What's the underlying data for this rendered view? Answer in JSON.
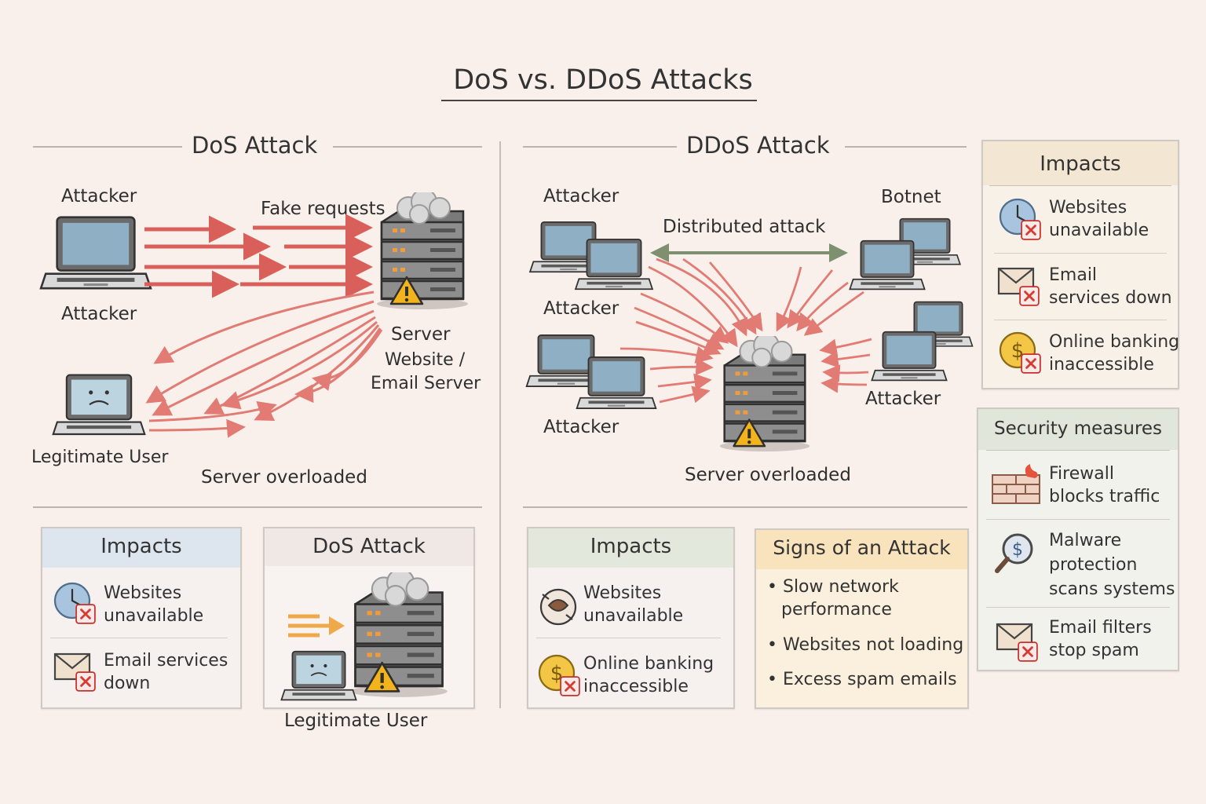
{
  "title": "DoS vs. DDoS Attacks",
  "dos": {
    "section_title": "DoS Attack",
    "attacker_top": "Attacker",
    "attacker_bottom": "Attacker",
    "fake_requests": "Fake requests",
    "server_label": "Server",
    "server_sub1": "Website /",
    "server_sub2": "Email Server",
    "legit_user": "Legitimate User",
    "overloaded": "Server overloaded",
    "impacts": {
      "title": "Impacts",
      "items": [
        {
          "line1": "Websites",
          "line2": "unavailable",
          "icon": "clock-x-icon"
        },
        {
          "line1": "Email services",
          "line2": "down",
          "icon": "envelope-x-icon"
        }
      ]
    },
    "mini": {
      "title": "DoS Attack",
      "legit_user": "Legitimate User"
    }
  },
  "ddos": {
    "section_title": "DDoS Attack",
    "attacker_tl": "Attacker",
    "attacker_ml": "Attacker",
    "attacker_bl": "Attacker",
    "botnet": "Botnet",
    "attacker_r": "Attacker",
    "distributed": "Distributed attack",
    "overloaded": "Server overloaded",
    "impacts": {
      "title": "Impacts",
      "items": [
        {
          "line1": "Websites",
          "line2": "unavailable",
          "icon": "broken-globe-icon"
        },
        {
          "line1": "Online banking",
          "line2": "inaccessible",
          "icon": "coin-x-icon"
        }
      ]
    },
    "signs": {
      "title": "Signs of an Attack",
      "bullets": [
        {
          "line1": "Slow network",
          "line2": "performance"
        },
        {
          "line1": "Websites not loading",
          "line2": ""
        },
        {
          "line1": "Excess spam emails",
          "line2": ""
        }
      ]
    }
  },
  "side_impacts": {
    "title": "Impacts",
    "items": [
      {
        "line1": "Websites",
        "line2": "unavailable",
        "icon": "clock-x-icon"
      },
      {
        "line1": "Email",
        "line2": "services down",
        "icon": "envelope-x-icon"
      },
      {
        "line1": "Online banking",
        "line2": "inaccessible",
        "icon": "coin-x-icon"
      }
    ]
  },
  "security": {
    "title": "Security measures",
    "items": [
      {
        "line1": "Firewall",
        "line2": "blocks traffic",
        "line3": "",
        "icon": "firewall-icon"
      },
      {
        "line1": "Malware",
        "line2": "protection",
        "line3": "scans systems",
        "icon": "magnifier-icon"
      },
      {
        "line1": "Email filters",
        "line2": "stop spam",
        "line3": "",
        "icon": "envelope-x-icon"
      }
    ]
  },
  "colors": {
    "background": "#f9f0ec",
    "attack_arrow": "#d9605a",
    "distributed_arrow": "#7e9070",
    "warning": "#f2b31c",
    "dos_impacts_header": "#dde6ef",
    "ddos_impacts_header": "#e3e8dc",
    "signs_header": "#f9e3bd",
    "side_impacts_header": "#f3e6d3",
    "security_header": "#e1e6da"
  }
}
